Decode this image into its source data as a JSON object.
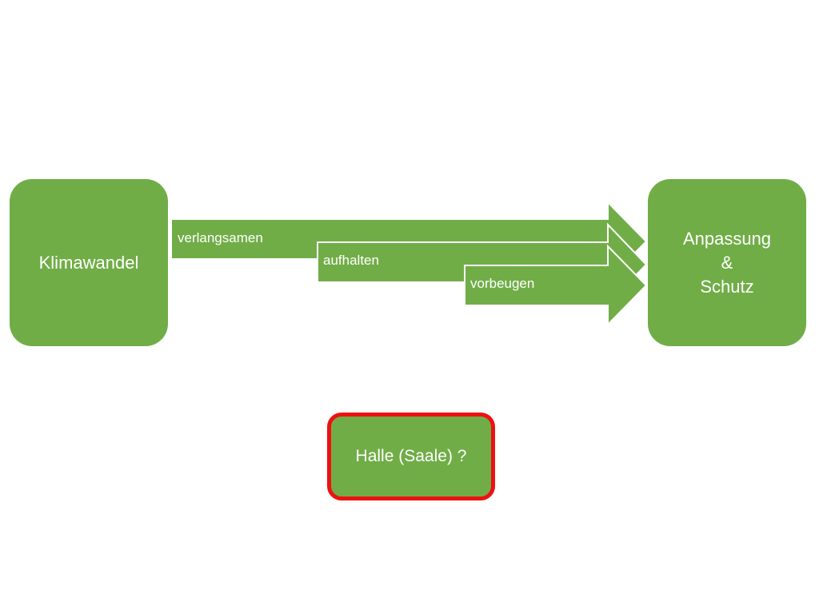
{
  "diagram": {
    "source_box": {
      "label": "Klimawandel"
    },
    "target_box": {
      "line1": "Anpassung",
      "line2": "&",
      "line3": "Schutz"
    },
    "arrows": [
      {
        "label": "verlangsamen"
      },
      {
        "label": "aufhalten"
      },
      {
        "label": "vorbeugen"
      }
    ],
    "question_box": {
      "label": "Halle (Saale) ?"
    }
  },
  "colors": {
    "fill": "#70ad47",
    "text": "#ffffff",
    "highlight_border": "#ee1111"
  }
}
